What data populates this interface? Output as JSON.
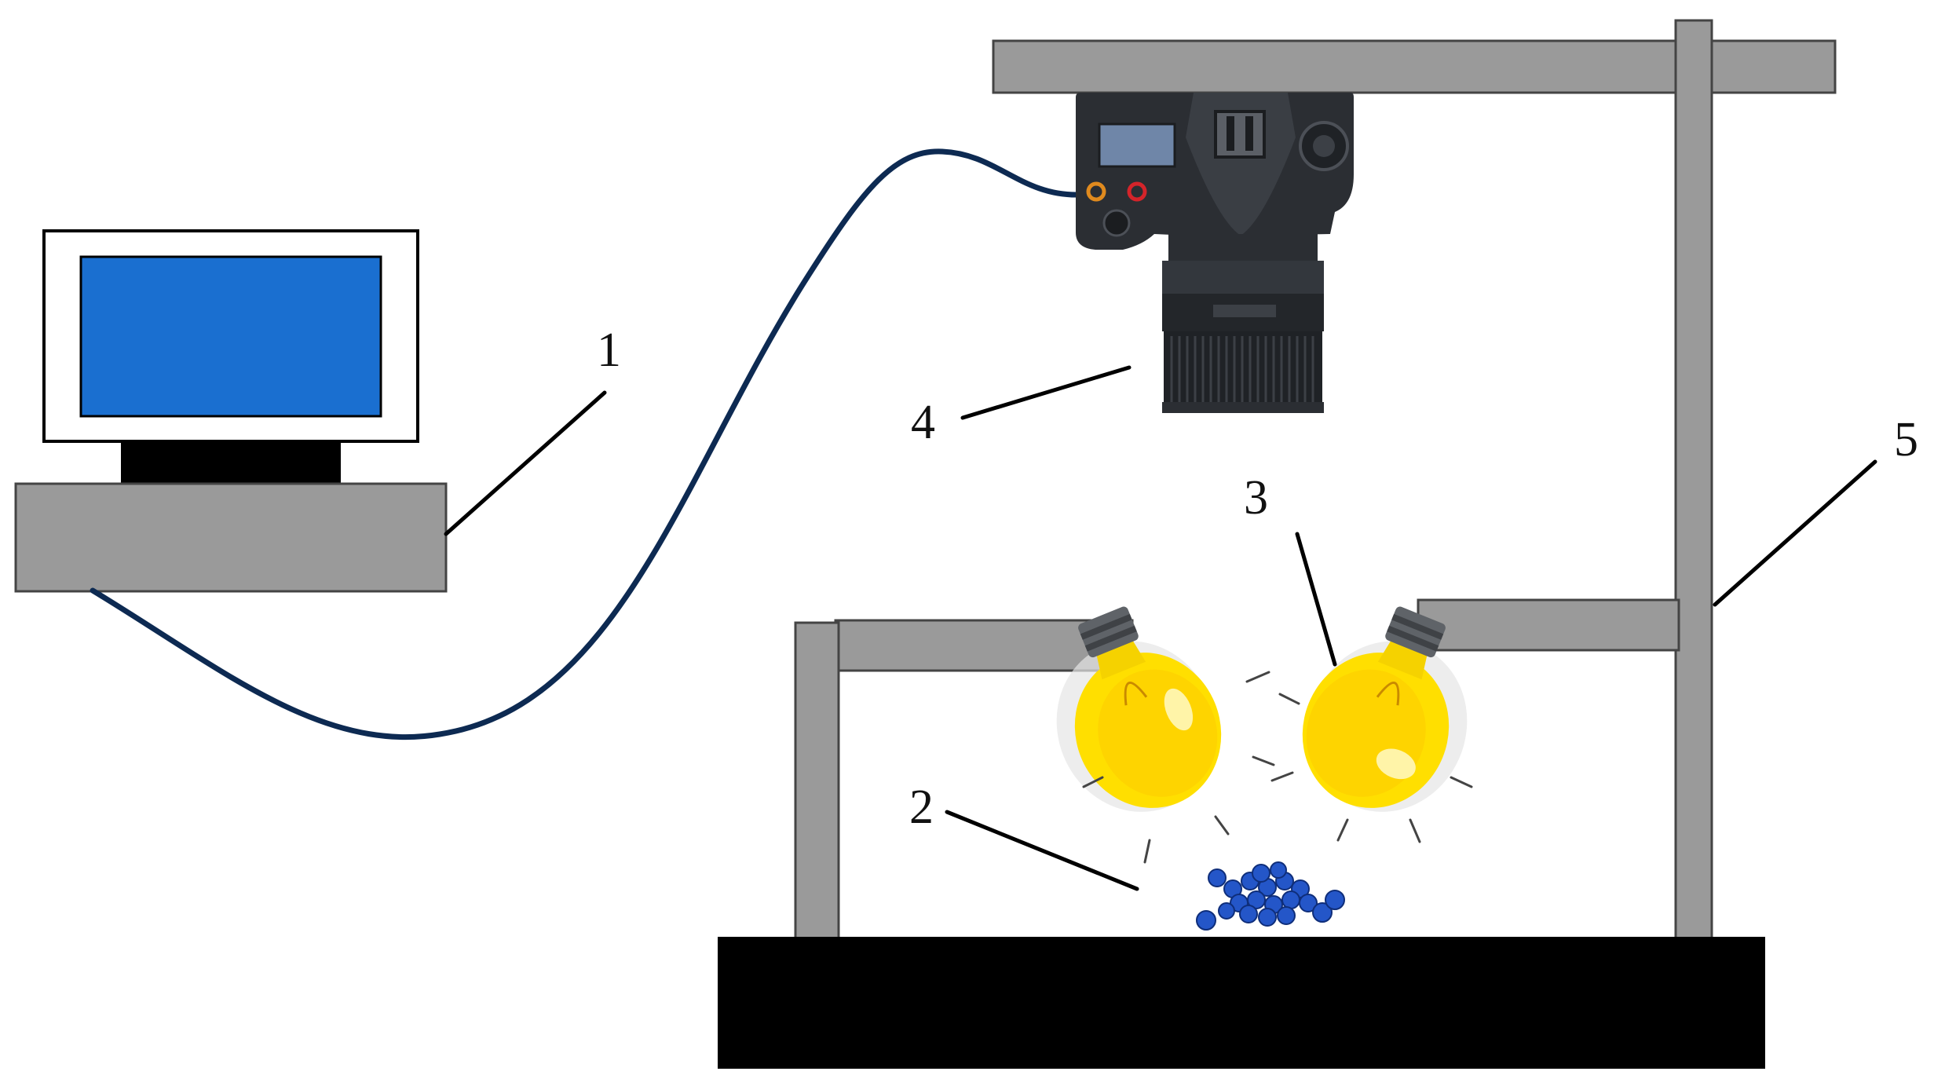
{
  "labels": {
    "computer": "1",
    "samples": "2",
    "lamps": "3",
    "camera": "4",
    "stand": "5"
  },
  "icons": {
    "computer": "desktop-computer-icon",
    "camera": "dslr-camera-icon",
    "lamp": "light-bulb-icon",
    "samples": "blue-beads-icon"
  },
  "colors": {
    "frame": "#9a9a9a",
    "cable": "#0d2a52",
    "screen": "#1a6fd0",
    "bulb": "#ffdf00",
    "samples": "#2456c8",
    "base": "#000000"
  }
}
